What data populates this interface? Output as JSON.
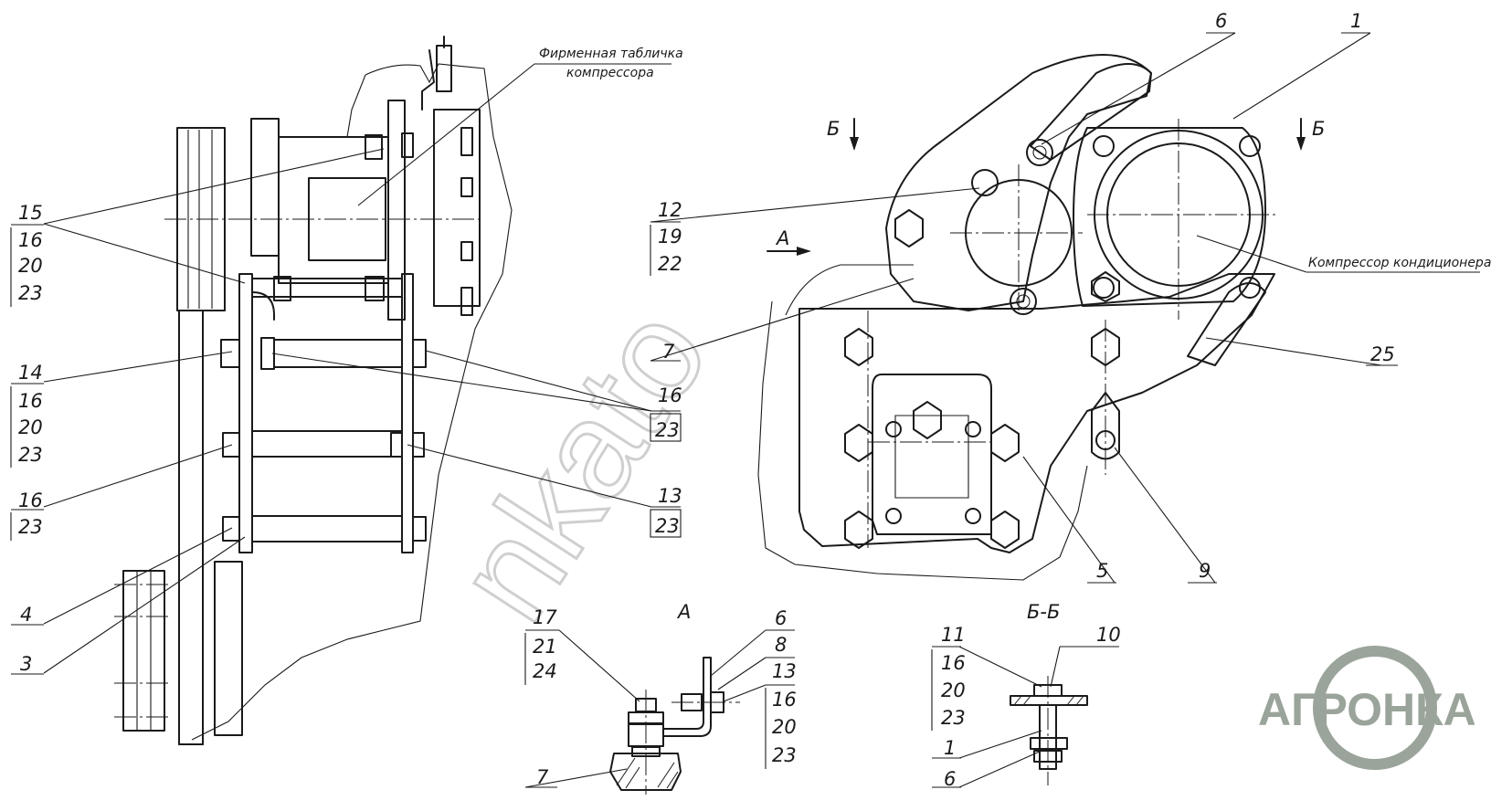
{
  "plate_label": [
    "Фирменная табличка",
    "компрессора"
  ],
  "compressor_label": "Компрессор кондиционера",
  "view_a": "А",
  "view_b_left": "Б",
  "view_b_right": "Б",
  "section_bb": "Б-Б",
  "arrow_a": "А",
  "callouts": [
    {
      "id": "c15",
      "lines": [
        "15",
        "16",
        "20",
        "23"
      ]
    },
    {
      "id": "c14",
      "lines": [
        "14",
        "16",
        "20",
        "23"
      ]
    },
    {
      "id": "c16",
      "lines": [
        "16",
        "23"
      ]
    },
    {
      "id": "c4",
      "lines": [
        "4"
      ]
    },
    {
      "id": "c3",
      "lines": [
        "3"
      ]
    },
    {
      "id": "c16b",
      "lines": [
        "16",
        "23"
      ]
    },
    {
      "id": "c13",
      "lines": [
        "13",
        "23"
      ]
    },
    {
      "id": "c12",
      "lines": [
        "12",
        "19",
        "22"
      ]
    },
    {
      "id": "c7",
      "lines": [
        "7"
      ]
    },
    {
      "id": "c6",
      "lines": [
        "6"
      ]
    },
    {
      "id": "c1",
      "lines": [
        "1"
      ]
    },
    {
      "id": "c25",
      "lines": [
        "25"
      ]
    },
    {
      "id": "c5",
      "lines": [
        "5"
      ]
    },
    {
      "id": "c9",
      "lines": [
        "9"
      ]
    },
    {
      "id": "c17",
      "lines": [
        "17",
        "21",
        "24"
      ]
    },
    {
      "id": "c7a",
      "lines": [
        "7"
      ]
    },
    {
      "id": "c6a",
      "lines": [
        "6",
        "8",
        "13",
        "16",
        "20",
        "23"
      ]
    },
    {
      "id": "c11",
      "lines": [
        "11",
        "16",
        "20",
        "23",
        "1",
        "6"
      ]
    },
    {
      "id": "c10",
      "lines": [
        "10"
      ]
    }
  ],
  "watermark": "nkato",
  "logo": {
    "text": "АГРОНКА",
    "color": "#9aa49a"
  }
}
